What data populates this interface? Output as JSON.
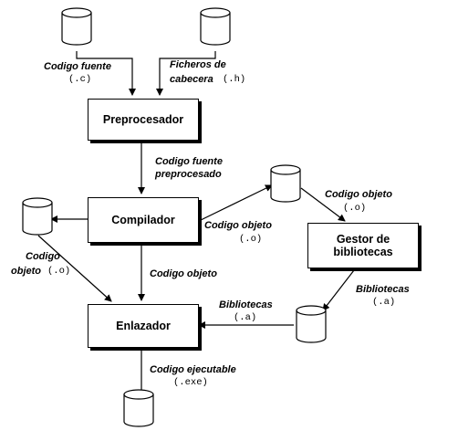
{
  "boxes": {
    "preprocesador": "Preprocesador",
    "compilador": "Compilador",
    "gestor_line1": "Gestor de",
    "gestor_line2": "bibliotecas",
    "enlazador": "Enlazador"
  },
  "labels": {
    "codigo_fuente": "Codigo fuente",
    "ext_c": "(.c)",
    "ficheros_de": "Ficheros de",
    "cabecera": "cabecera",
    "ext_h": "(.h)",
    "codigo_fuente_pre_1": "Codigo fuente",
    "codigo_fuente_pre_2": "preprocesado",
    "codigo_objeto_top": "Codigo objeto",
    "ext_o_top": "(.o)",
    "codigo_objeto_mid": "Codigo objeto",
    "ext_o_mid": "(.o)",
    "codigo_left": "Codigo",
    "objeto_left": "objeto",
    "ext_o_left": "(.o)",
    "codigo_objeto_center": "Codigo objeto",
    "bibliotecas_right": "Bibliotecas",
    "ext_a_right": "(.a)",
    "bibliotecas_center": "Bibliotecas",
    "ext_a_center": "(.a)",
    "codigo_ejecutable": "Codigo ejecutable",
    "ext_exe": "(.exe)"
  }
}
